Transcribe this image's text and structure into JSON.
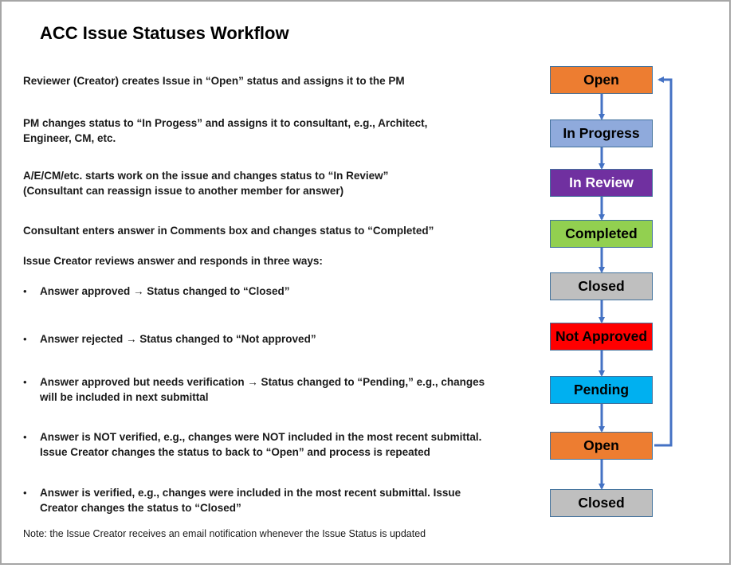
{
  "title": "ACC Issue Statuses Workflow",
  "steps": [
    "Reviewer (Creator) creates Issue in “Open” status and assigns it to the PM",
    "PM changes status to “In Progess” and assigns it to consultant, e.g., Architect, Engineer, CM, etc.",
    "A/E/CM/etc. starts work on the issue and changes status to “In Review” (Consultant can reassign issue to another member for answer)",
    "Consultant enters answer in Comments box and changes status to “Completed”",
    "Issue Creator reviews answer and responds in three ways:"
  ],
  "step_lines": {
    "s2a": "PM changes status to “In Progess” and assigns it to consultant, e.g., Architect,",
    "s2b": "Engineer, CM, etc.",
    "s3a": "A/E/CM/etc. starts work on the issue and changes status to “In Review”",
    "s3b": "(Consultant can reassign issue to another member for answer)"
  },
  "bullets": {
    "b1": "Answer approved → Status changed to “Closed”",
    "b2": "Answer rejected → Status changed to “Not approved”",
    "b3a": "Answer approved but needs verification → Status changed to “Pending,” e.g., changes",
    "b3b": "will be included in next submittal",
    "b4a": "Answer is NOT verified, e.g., changes were NOT included in the most recent submittal.",
    "b4b": "Issue Creator changes the status to back to “Open” and process is repeated",
    "b5a": "Answer is verified, e.g., changes were included in the most recent submittal. Issue",
    "b5b": "Creator changes the status to “Closed”"
  },
  "bullet_glyph": "•",
  "note": "Note: the Issue Creator receives an email notification whenever the Issue Status is updated",
  "statuses": [
    {
      "label": "Open",
      "fill": "#ed7d31",
      "text": "#000000"
    },
    {
      "label": "In Progress",
      "fill": "#8faadc",
      "text": "#000000"
    },
    {
      "label": "In Review",
      "fill": "#7030a0",
      "text": "#ffffff"
    },
    {
      "label": "Completed",
      "fill": "#92d050",
      "text": "#000000"
    },
    {
      "label": "Closed",
      "fill": "#bfbfbf",
      "text": "#000000"
    },
    {
      "label": "Not Approved",
      "fill": "#ff0000",
      "text": "#000000"
    },
    {
      "label": "Pending",
      "fill": "#00b0f0",
      "text": "#000000"
    },
    {
      "label": "Open",
      "fill": "#ed7d31",
      "text": "#000000"
    },
    {
      "label": "Closed",
      "fill": "#bfbfbf",
      "text": "#000000"
    }
  ],
  "arrow_color": "#4472c4"
}
